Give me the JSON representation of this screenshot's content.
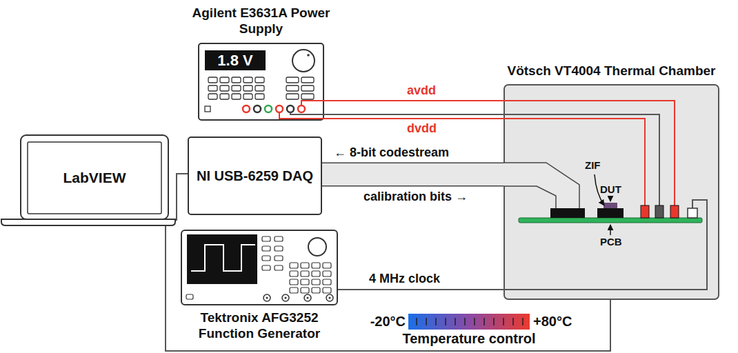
{
  "diagram": {
    "nodes": [
      {
        "text": [
          "LabVIEW"
        ]
      },
      {
        "text": [
          "Agilent E3631A Power Supply"
        ]
      },
      {
        "text": [
          "NI USB-6259 DAQ"
        ]
      },
      {
        "text": [
          "Tektronix AFG3252 Function Generator"
        ]
      },
      {
        "text": [
          "Vötsch VT4004 Thermal Chamber"
        ]
      }
    ],
    "edges": [
      {
        "from": 0,
        "to": 2,
        "arrow": "none"
      },
      {
        "from": 1,
        "to": 4,
        "label": "avdd",
        "arrow": "none"
      },
      {
        "from": 1,
        "to": 4,
        "arrow": "none"
      },
      {
        "from": 1,
        "to": 4,
        "label": "dvdd",
        "arrow": "none"
      },
      {
        "from": 2,
        "to": 4,
        "arrow": "none"
      },
      {
        "from": 3,
        "to": 4,
        "label": "4 MHz clock",
        "arrow": "none"
      },
      {
        "from": 0,
        "to": 4,
        "arrow": "none"
      }
    ],
    "labels": [
      "1.8 V",
      "← 8-bit codestream",
      "calibration bits →",
      "ZIF",
      "DUT",
      "PCB",
      "-20°C",
      "+80°C",
      "Temperature control"
    ]
  }
}
